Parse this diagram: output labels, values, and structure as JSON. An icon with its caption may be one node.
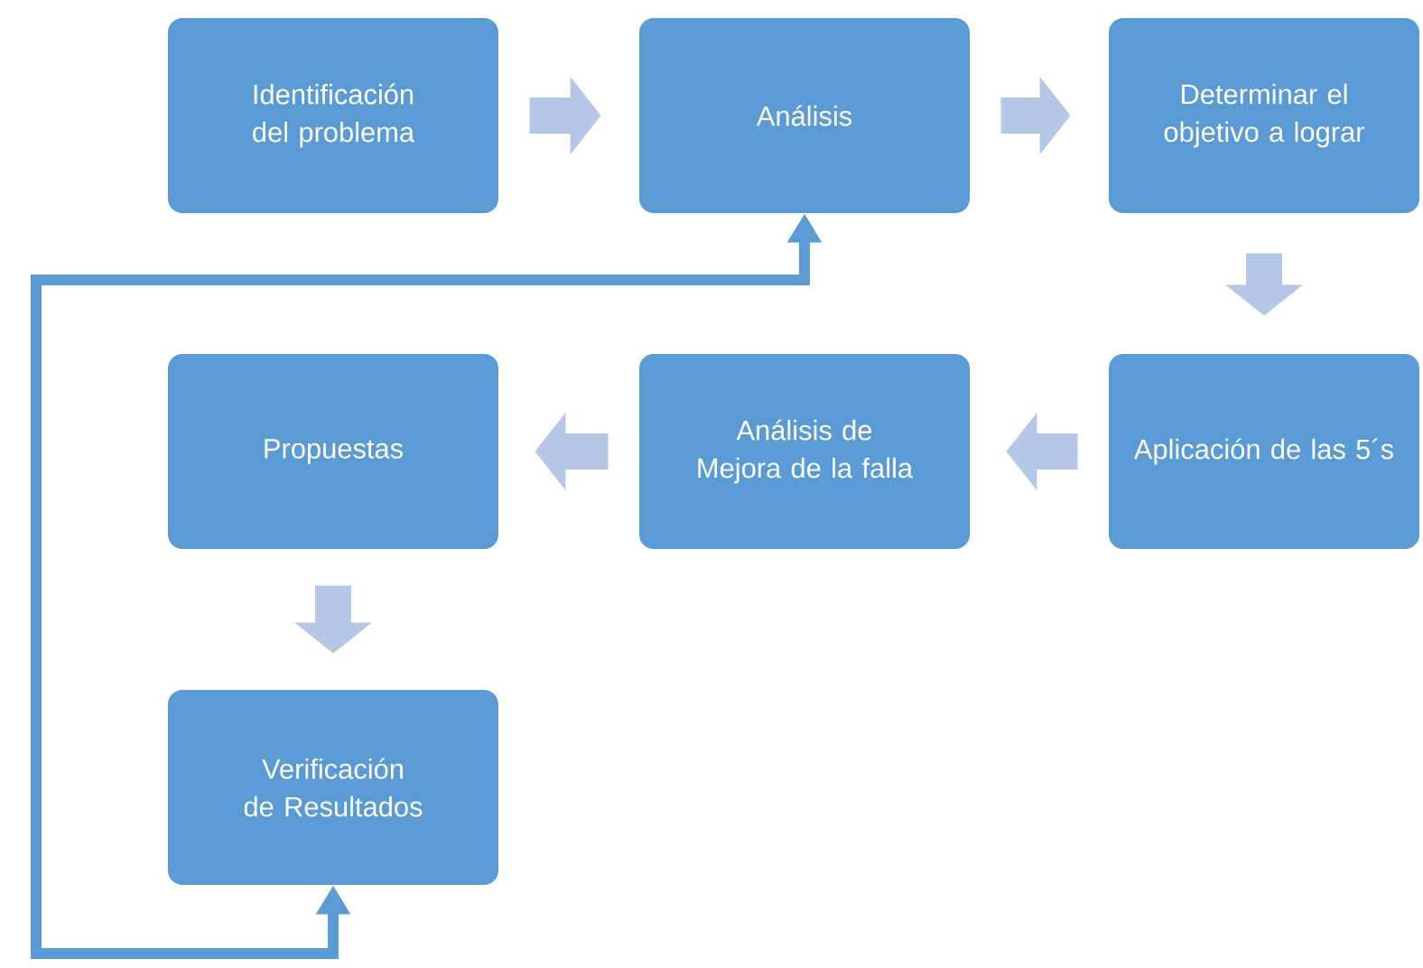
{
  "diagram": {
    "nodes": [
      {
        "text": [
          "Identificación del problema"
        ]
      },
      {
        "text": [
          "Análisis"
        ]
      },
      {
        "text": [
          "Determinar el objetivo a lograr"
        ]
      },
      {
        "text": [
          "Aplicación de las 5´s"
        ]
      },
      {
        "text": [
          "Análisis de Mejora de la falla"
        ]
      },
      {
        "text": [
          "Propuestas"
        ]
      },
      {
        "text": [
          "Verificación de Resultados"
        ]
      }
    ],
    "edges": [
      {
        "from": 0,
        "to": 1,
        "arrow": "to"
      },
      {
        "from": 1,
        "to": 2,
        "arrow": "to"
      },
      {
        "from": 2,
        "to": 3,
        "arrow": "to"
      },
      {
        "from": 3,
        "to": 4,
        "arrow": "to"
      },
      {
        "from": 4,
        "to": 5,
        "arrow": "to"
      },
      {
        "from": 5,
        "to": 6,
        "arrow": "to"
      },
      {
        "from": 6,
        "to": 1,
        "arrow": "both",
        "color": "#5b9bd5"
      }
    ]
  }
}
